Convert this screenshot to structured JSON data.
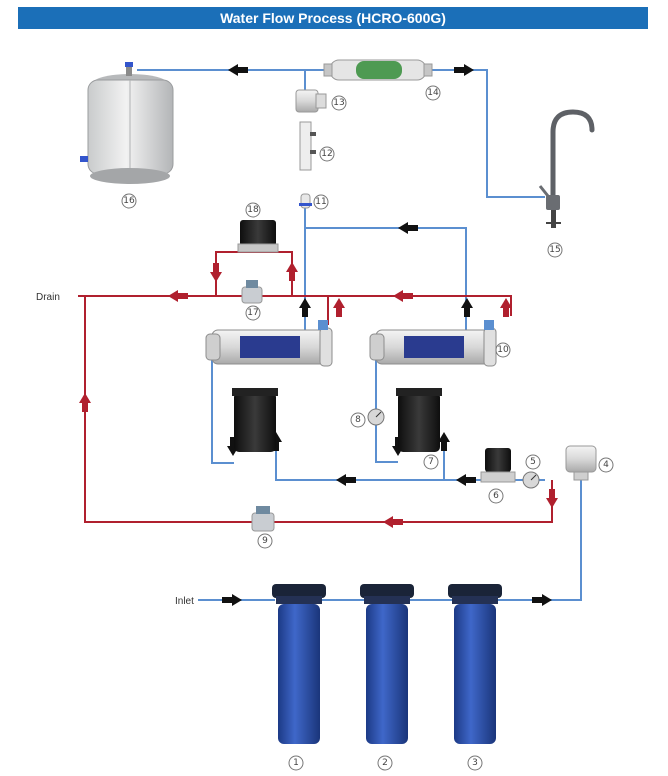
{
  "title": "Water Flow Process (HCRO-600G)",
  "labels": {
    "drain": "Drain",
    "inlet": "Inlet"
  },
  "components": [
    {
      "id": 1,
      "label": "1"
    },
    {
      "id": 2,
      "label": "2"
    },
    {
      "id": 3,
      "label": "3"
    },
    {
      "id": 4,
      "label": "4"
    },
    {
      "id": 5,
      "label": "5"
    },
    {
      "id": 6,
      "label": "6"
    },
    {
      "id": 7,
      "label": "7"
    },
    {
      "id": 8,
      "label": "8"
    },
    {
      "id": 9,
      "label": "9"
    },
    {
      "id": 10,
      "label": "10"
    },
    {
      "id": 11,
      "label": "11"
    },
    {
      "id": 12,
      "label": "12"
    },
    {
      "id": 13,
      "label": "13"
    },
    {
      "id": 14,
      "label": "14"
    },
    {
      "id": 15,
      "label": "15"
    },
    {
      "id": 16,
      "label": "16"
    },
    {
      "id": 17,
      "label": "17"
    },
    {
      "id": 18,
      "label": "18"
    }
  ],
  "colors": {
    "title_bg": "#1b6fb8",
    "clean_line": "#5b8fd0",
    "drain_line": "#b0202e",
    "prefilter_blue": "#2a4fa6",
    "cap_dark": "#1a2438",
    "membrane_window": "#2a3b8f",
    "post_carbon_green": "#4e9a52",
    "arrow_black": "#111111",
    "arrow_red": "#b0202e"
  }
}
